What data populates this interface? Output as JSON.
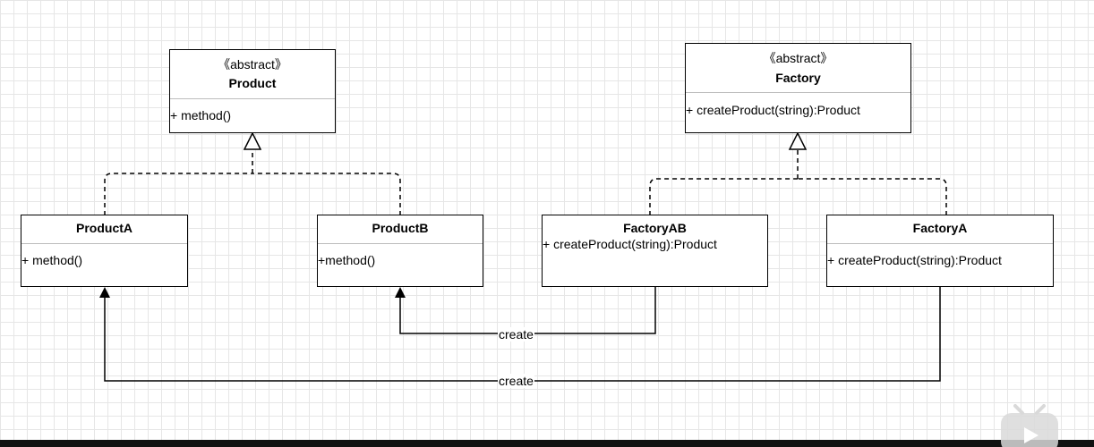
{
  "classes": {
    "product": {
      "stereotype": "《abstract》",
      "name": "Product",
      "member": "+ method()"
    },
    "factory": {
      "stereotype": "《abstract》",
      "name": "Factory",
      "member": "+ createProduct(string):Product"
    },
    "productA": {
      "name": "ProductA",
      "member": "+ method()"
    },
    "productB": {
      "name": "ProductB",
      "member": "+method()"
    },
    "factoryAB": {
      "name": "FactoryAB",
      "member": "+ createProduct(string):Product"
    },
    "factoryA": {
      "name": "FactoryA",
      "member": "+ createProduct(string):Product"
    }
  },
  "relations": {
    "create_upper": "create",
    "create_lower": "create"
  },
  "colors": {
    "grid": "#e6e6e6",
    "line": "#000000",
    "background": "#ffffff"
  }
}
